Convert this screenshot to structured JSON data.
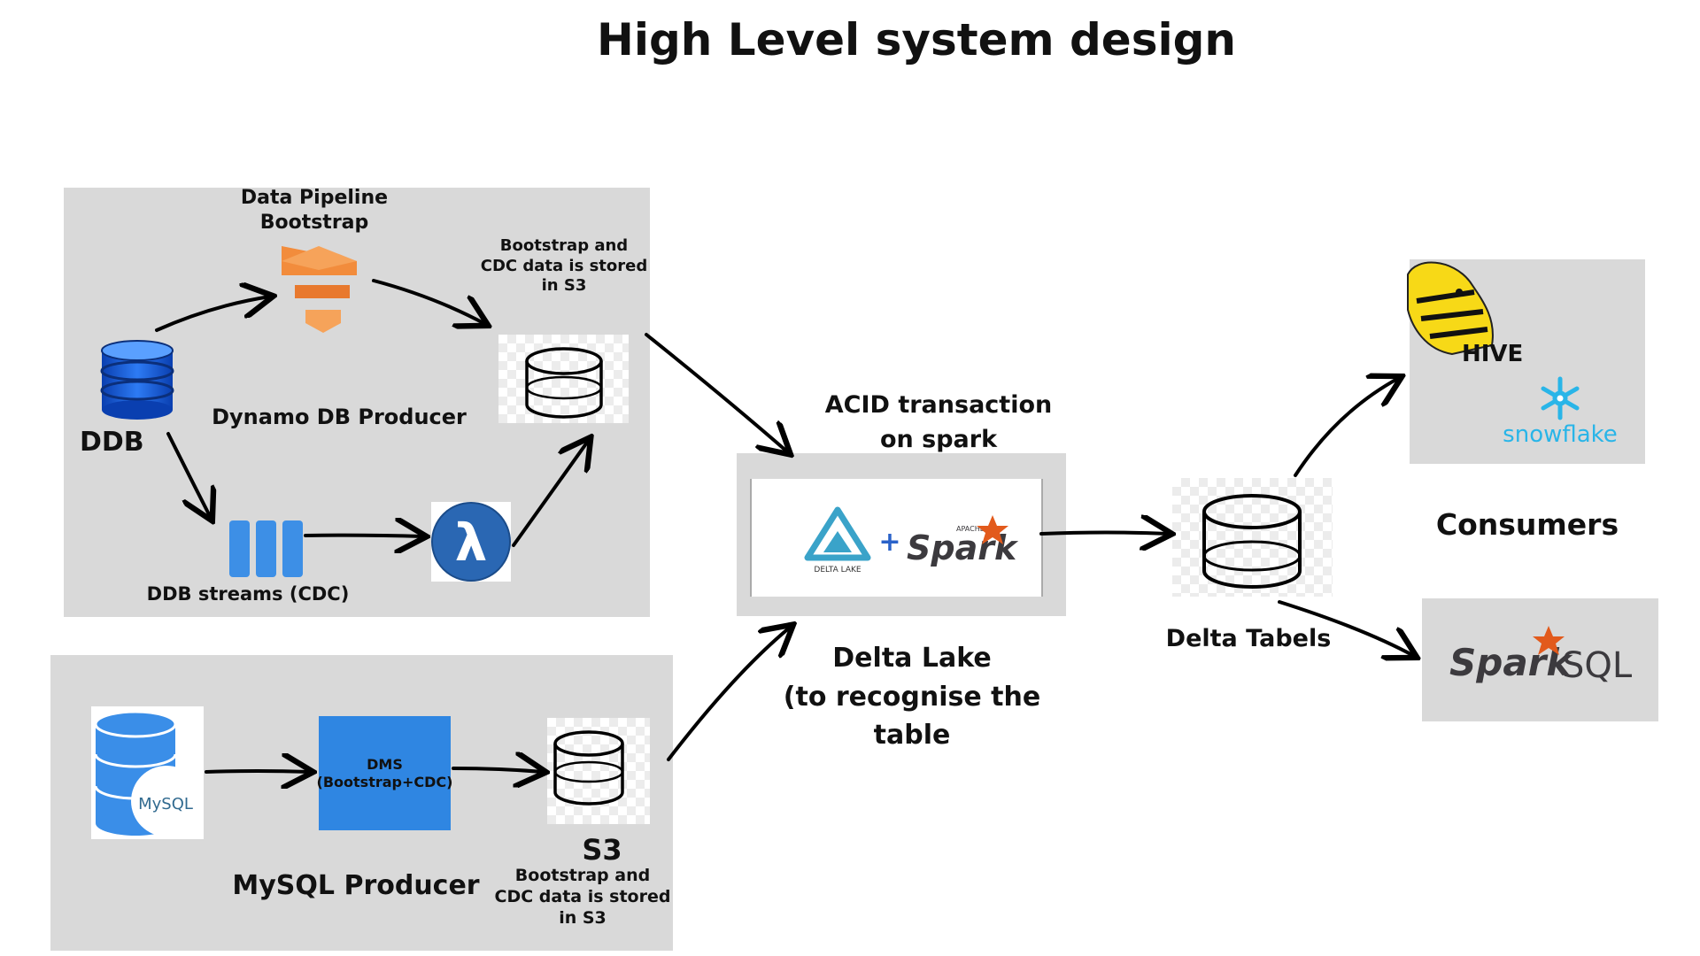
{
  "title": "High Level system design",
  "ddb_panel": {
    "pipeline_label": "Data Pipeline\nBootstrap",
    "s3_note": "Bootstrap and\nCDC data is stored\nin S3",
    "producer_label": "Dynamo DB Producer",
    "ddb_label": "DDB",
    "streams_label": "DDB streams (CDC)"
  },
  "mysql_panel": {
    "mysql_logo_text": "MySQL",
    "dms_label": "DMS\n(Bootstrap+CDC)",
    "producer_label": "MySQL Producer",
    "s3_label": "S3",
    "s3_note": "Bootstrap and\nCDC data is stored\nin S3"
  },
  "delta": {
    "acid_label": "ACID transaction\non spark",
    "delta_lake_logo_text": "DELTA LAKE",
    "spark_logo_text": "Spark",
    "apache_text": "APACHE",
    "plus": "+",
    "caption": "Delta Lake\n(to recognise the table"
  },
  "delta_tables": {
    "label": "Delta Tabels"
  },
  "consumers": {
    "label": "Consumers",
    "hive_text": "HIVE",
    "snowflake_text": "snowflake",
    "spark_sql_text": "Spark",
    "sql_text": "SQL"
  },
  "colors": {
    "panel": "#d9d9d9",
    "dms_blue": "#2f86e2",
    "aws_orange": "#e8792e",
    "lambda_blue": "#2a67b3",
    "stream_blue": "#3d8fe6",
    "db_blue": "#1467e0",
    "snowflake": "#29b5e8",
    "spark_orange": "#e25a1c",
    "hive_yellow": "#f7d917"
  }
}
